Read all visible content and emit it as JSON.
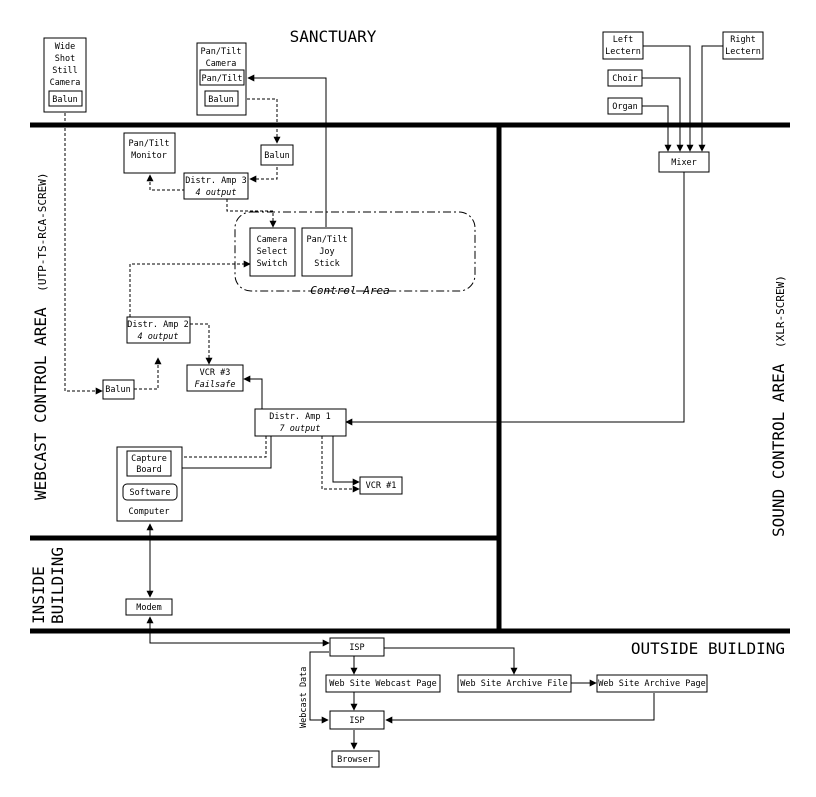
{
  "areas": {
    "sanctuary": "SANCTUARY",
    "outside_building": "OUTSIDE BUILDING",
    "webcast_control": "WEBCAST CONTROL AREA",
    "webcast_cabling": "(UTP-TS-RCA-SCREW)",
    "sound_control": "SOUND CONTROL AREA",
    "sound_cabling": "(XLR-SCREW)",
    "inside_line1": "INSIDE",
    "inside_line2": "BUILDING",
    "control_area": "Control Area"
  },
  "devices": {
    "wide_shot_camera": [
      "Wide",
      "Shot",
      "Still",
      "Camera"
    ],
    "wide_shot_balun": "Balun",
    "pantilt_camera": [
      "Pan/Tilt",
      "Camera"
    ],
    "pantilt_head": "Pan/Tilt",
    "pantilt_camera_balun": "Balun",
    "left_lectern": [
      "Left",
      "Lectern"
    ],
    "right_lectern": [
      "Right",
      "Lectern"
    ],
    "choir": "Choir",
    "organ": "Organ",
    "mixer": "Mixer",
    "pantilt_monitor": [
      "Pan/Tilt",
      "Monitor"
    ],
    "balun_upper": "Balun",
    "distr_amp_3": "Distr. Amp 3",
    "distr_amp_3_out": "4 output",
    "camera_select_switch": [
      "Camera",
      "Select",
      "Switch"
    ],
    "pantilt_joystick": [
      "Pan/Tilt",
      "Joy",
      "Stick"
    ],
    "distr_amp_2": "Distr. Amp 2",
    "distr_amp_2_out": "4 output",
    "balun_lower": "Balun",
    "vcr3": "VCR #3",
    "vcr3_sub": "Failsafe",
    "distr_amp_1": "Distr. Amp 1",
    "distr_amp_1_out": "7 output",
    "capture_board": [
      "Capture",
      "Board"
    ],
    "software": "Software",
    "computer": "Computer",
    "vcr1": "VCR #1",
    "modem": "Modem",
    "isp_top": "ISP",
    "web_site_webcast_page": "Web Site Webcast Page",
    "web_site_archive_file": "Web Site Archive File",
    "web_site_archive_page": "Web Site Archive Page",
    "isp_bottom": "ISP",
    "browser": "Browser",
    "webcast_data_label": "Webcast Data"
  }
}
